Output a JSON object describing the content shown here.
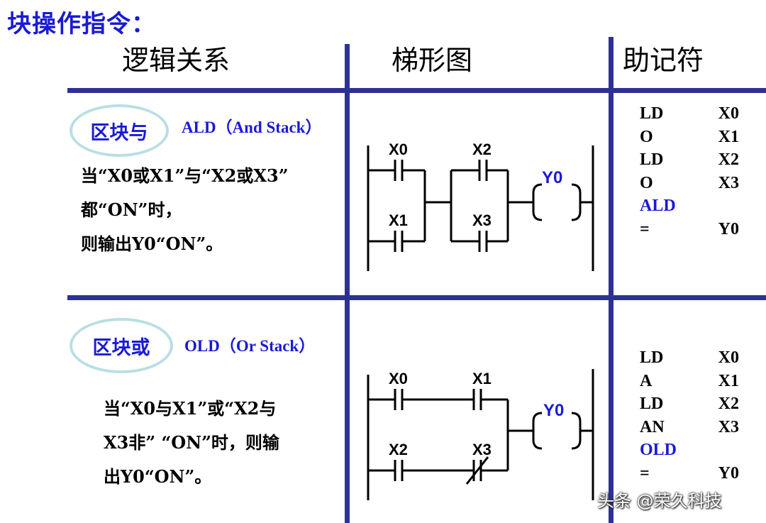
{
  "title": "块操作指令：",
  "columns": {
    "logic": "逻辑关系",
    "ladder": "梯形图",
    "mnemonic": "助记符"
  },
  "section1": {
    "badge": "区块与",
    "command": "ALD（And Stack）",
    "desc": [
      "当“X0或X1”与“X2或X3”",
      "都“ON”时，",
      "则输出Y0“ON”。"
    ],
    "ladder": {
      "contacts": [
        "X0",
        "X1",
        "X2",
        "X3"
      ],
      "coil": "Y0"
    },
    "mnemonic": [
      {
        "op": "LD",
        "arg": "X0"
      },
      {
        "op": "O",
        "arg": "X1"
      },
      {
        "op": "LD",
        "arg": "X2"
      },
      {
        "op": "O",
        "arg": "X3"
      },
      {
        "op": "ALD",
        "arg": ""
      },
      {
        "op": "=",
        "arg": "Y0"
      }
    ]
  },
  "section2": {
    "badge": "区块或",
    "command": "OLD（Or Stack）",
    "desc": [
      "当“X0与X1”或“X2与",
      "X3非” “ON”时，则输",
      "出Y0“ON”。"
    ],
    "ladder": {
      "contacts": [
        "X0",
        "X1",
        "X2",
        "X3"
      ],
      "coil": "Y0"
    },
    "mnemonic": [
      {
        "op": "LD",
        "arg": "X0"
      },
      {
        "op": "A",
        "arg": "X1"
      },
      {
        "op": "LD",
        "arg": "X2"
      },
      {
        "op": "AN",
        "arg": "X3"
      },
      {
        "op": "OLD",
        "arg": ""
      },
      {
        "op": "=",
        "arg": "Y0"
      }
    ]
  },
  "watermark": "头条 @荣久科技",
  "colors": {
    "rule": "#2e3192",
    "accent": "#1a1ad6",
    "badge_border": "#b9dfe3"
  }
}
